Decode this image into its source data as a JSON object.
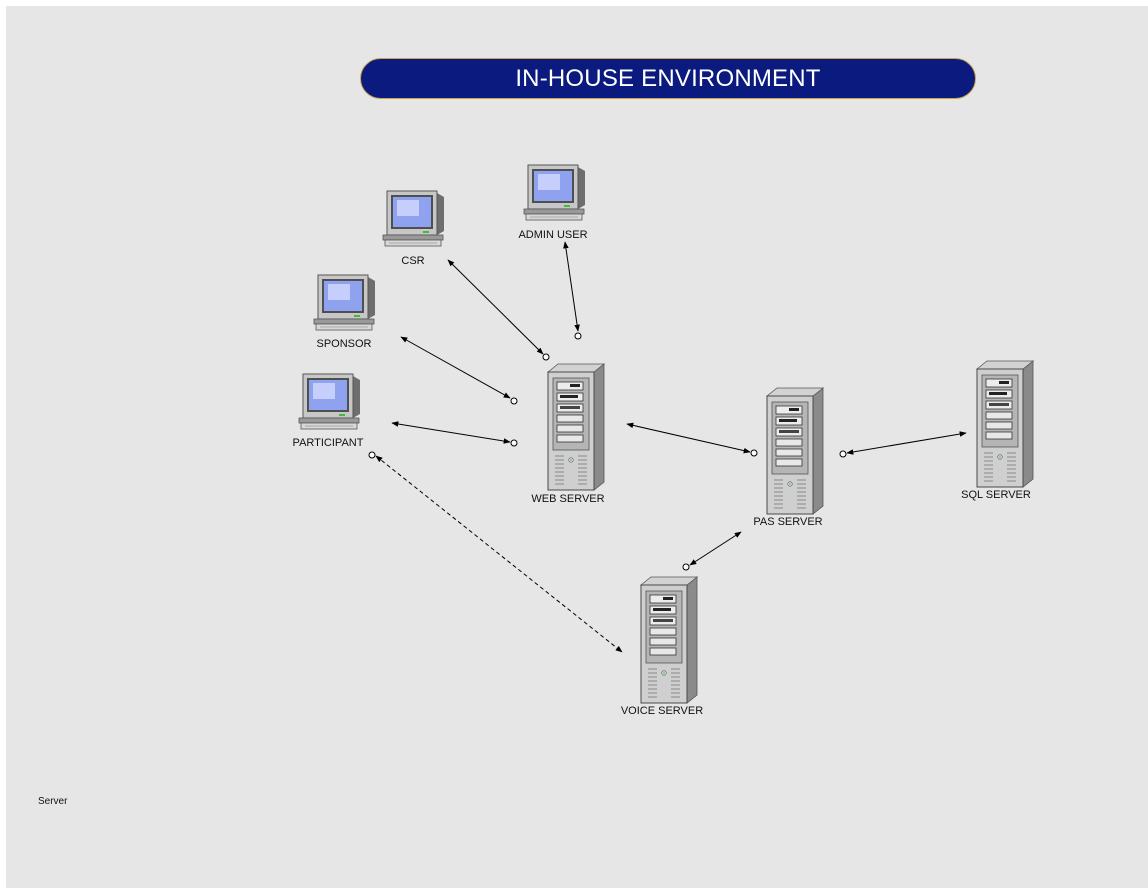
{
  "title": "IN-HOUSE ENVIRONMENT",
  "legend_label": "Server",
  "colors": {
    "banner_bg": "#0a1a7e",
    "banner_border": "#c9a24a",
    "background": "#e6e6e6",
    "screen": "#8fa2f0"
  },
  "nodes": {
    "admin_user": {
      "label": "ADMIN USER",
      "icon": "workstation-icon"
    },
    "csr": {
      "label": "CSR",
      "icon": "workstation-icon"
    },
    "sponsor": {
      "label": "SPONSOR",
      "icon": "workstation-icon"
    },
    "participant": {
      "label": "PARTICIPANT",
      "icon": "workstation-icon"
    },
    "web_server": {
      "label": "WEB SERVER",
      "icon": "server-tower-icon"
    },
    "pas_server": {
      "label": "PAS SERVER",
      "icon": "server-tower-icon"
    },
    "sql_server": {
      "label": "SQL SERVER",
      "icon": "server-tower-icon"
    },
    "voice_server": {
      "label": "VOICE SERVER",
      "icon": "server-tower-icon"
    }
  },
  "connections": [
    {
      "from": "admin_user",
      "to": "web_server",
      "style": "solid"
    },
    {
      "from": "csr",
      "to": "web_server",
      "style": "solid"
    },
    {
      "from": "sponsor",
      "to": "web_server",
      "style": "solid"
    },
    {
      "from": "participant",
      "to": "web_server",
      "style": "solid"
    },
    {
      "from": "web_server",
      "to": "pas_server",
      "style": "solid"
    },
    {
      "from": "pas_server",
      "to": "sql_server",
      "style": "solid"
    },
    {
      "from": "pas_server",
      "to": "voice_server",
      "style": "solid"
    },
    {
      "from": "participant",
      "to": "voice_server",
      "style": "dashed"
    }
  ]
}
